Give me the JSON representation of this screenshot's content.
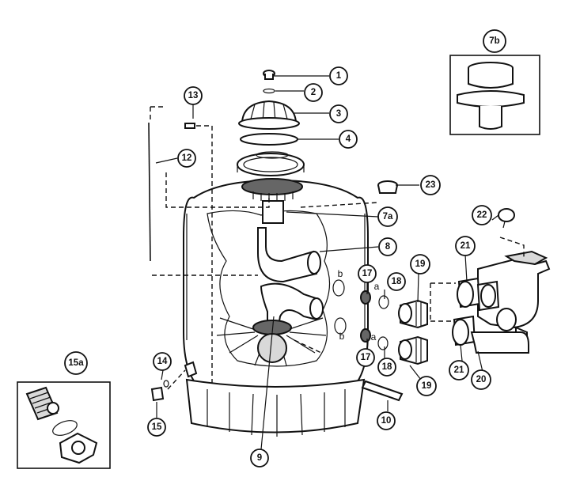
{
  "callouts": {
    "c1": "1",
    "c2": "2",
    "c3": "3",
    "c4": "4",
    "c7a": "7a",
    "c7b": "7b",
    "c8": "8",
    "c9": "9",
    "c10": "10",
    "c12": "12",
    "c13": "13",
    "c14": "14",
    "c15": "15",
    "c15a": "15a",
    "c17a": "17",
    "c17b": "17",
    "c18a": "18",
    "c18b": "18",
    "c19a": "19",
    "c19b": "19",
    "c20": "20",
    "c21a": "21",
    "c21b": "21",
    "c22": "22",
    "c23": "23"
  },
  "sublabels": {
    "a1": "a",
    "a2": "a",
    "b1": "b",
    "b2": "b"
  }
}
